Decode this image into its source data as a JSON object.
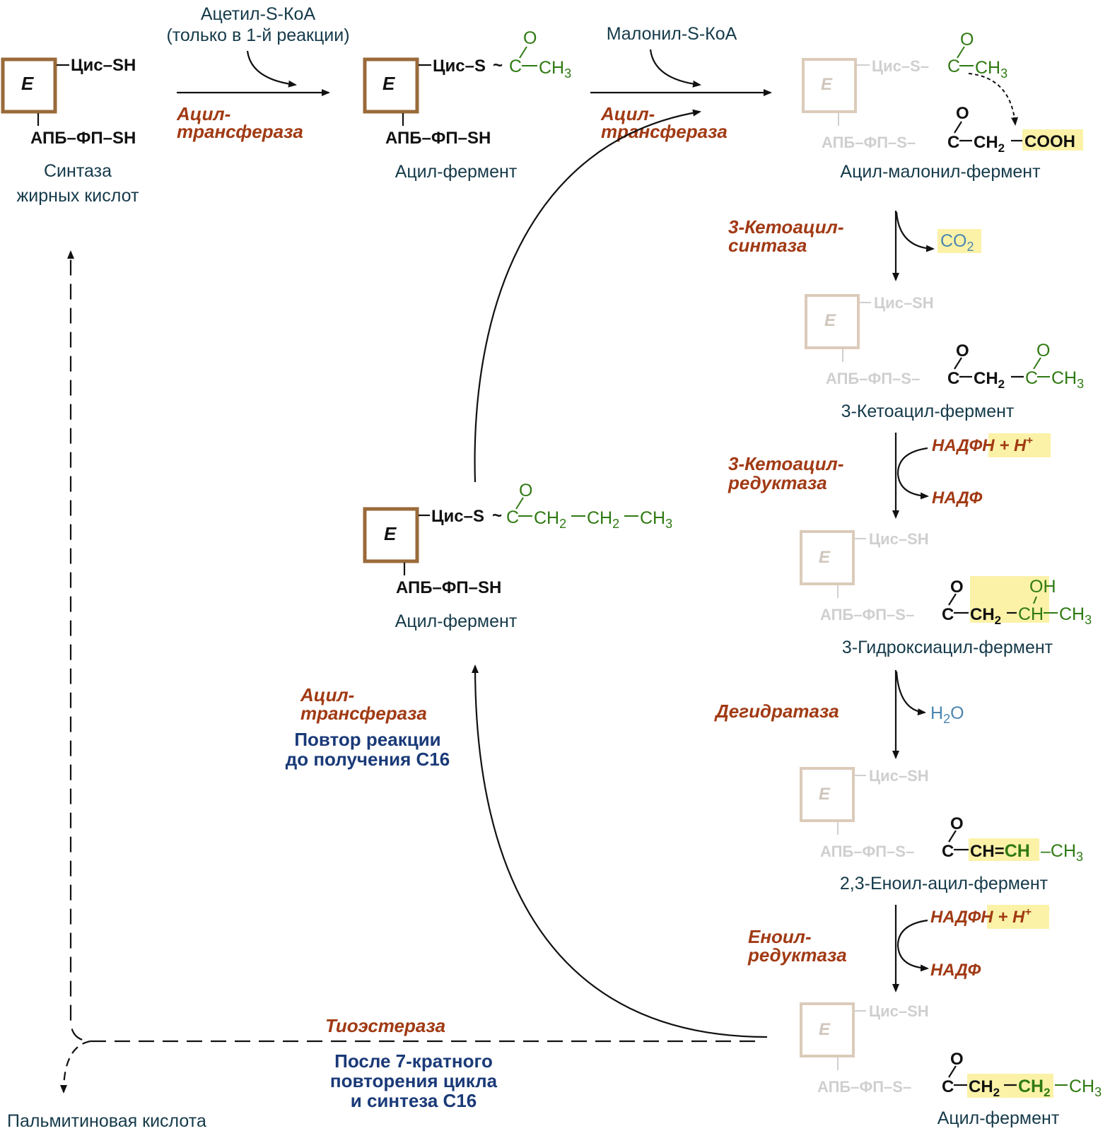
{
  "start": {
    "enzyme_letter": "E",
    "cys_sh": "Цис–SH",
    "apb_sh": "АПБ–ФП–SH",
    "label_line1": "Синтаза",
    "label_line2": "жирных кислот"
  },
  "step1": {
    "reagent_line1": "Ацетил-S-КоА",
    "reagent_line2": "(только в 1-й реакции)",
    "enzyme_line1": "Ацил-",
    "enzyme_line2": "трансфераза"
  },
  "acyl_enzyme_top": {
    "enzyme_letter": "E",
    "cys_s": "Цис–S",
    "tilde": "~",
    "carbonyl_c": "C",
    "carbonyl_o": "O",
    "methyl": "CH",
    "sub3": "3",
    "apb_sh": "АПБ–ФП–SH",
    "label": "Ацил-фермент"
  },
  "step2": {
    "reagent": "Малонил-S-КоА",
    "enzyme_line1": "Ацил-",
    "enzyme_line2": "трансфераза"
  },
  "malonyl": {
    "enzyme_letter": "E",
    "cys_s": "Цис–S–",
    "c": "C",
    "o": "O",
    "ch3": "CH",
    "sub3": "3",
    "apb_s": "АПБ–ФП–S–",
    "ch2": "CH",
    "sub2": "2",
    "cooh": "COOH",
    "label": "Ацил-малонил-фермент"
  },
  "ketoacyl_synthase": {
    "enzyme_line1": "3-Кетоацил-",
    "enzyme_line2": "синтаза",
    "product": "CO",
    "sub2": "2"
  },
  "ketoacyl": {
    "enzyme_letter": "E",
    "cys_sh": "Цис–SH",
    "apb_s": "АПБ–ФП–S–",
    "c": "C",
    "o": "O",
    "ch2": "CH",
    "sub2": "2",
    "ch3": "CH",
    "sub3": "3",
    "label": "3-Кетоацил-фермент"
  },
  "ketoacyl_reductase": {
    "enzyme_line1": "3-Кетоацил-",
    "enzyme_line2": "редуктаза",
    "cofactor_in_a": "НАДФН",
    "cofactor_in_b": "+ Н",
    "plus_sup": "+",
    "cofactor_out": "НАДФ"
  },
  "hydroxyacyl": {
    "enzyme_letter": "E",
    "cys_sh": "Цис–SH",
    "apb_s": "АПБ–ФП–S–",
    "c": "C",
    "o": "O",
    "ch2": "CH",
    "sub2": "2",
    "ch": "CH",
    "oh": "OH",
    "ch3": "CH",
    "sub3": "3",
    "label": "3-Гидроксиацил-фермент"
  },
  "dehydratase": {
    "enzyme": "Дегидратаза",
    "product_h": "H",
    "product_sub": "2",
    "product_o": "O"
  },
  "enoyl": {
    "enzyme_letter": "E",
    "cys_sh": "Цис–SH",
    "apb_s": "АПБ–ФП–S–",
    "c": "C",
    "o": "O",
    "ch_a": "CH=",
    "ch_b": "CH",
    "ch3": "–CH",
    "sub3": "3",
    "label": "2,3-Еноил-ацил-фермент"
  },
  "enoyl_reductase": {
    "enzyme_line1": "Еноил-",
    "enzyme_line2": "редуктаза",
    "cofactor_in_a": "НАДФН",
    "cofactor_in_b": "+ Н",
    "plus_sup": "+",
    "cofactor_out": "НАДФ"
  },
  "acyl_enzyme_bottom": {
    "enzyme_letter": "E",
    "cys_sh": "Цис–SH",
    "apb_s": "АПБ–ФП–S–",
    "c": "C",
    "o": "O",
    "ch2a": "CH",
    "ch2b": "CH",
    "sub2": "2",
    "ch3": "CH",
    "sub3": "3",
    "label": "Ацил-фермент"
  },
  "acyl_enzyme_middle": {
    "enzyme_letter": "E",
    "cys_s": "Цис–S",
    "tilde": "~",
    "c": "C",
    "o": "O",
    "ch2a": "CH",
    "ch2b": "CH",
    "sub2": "2",
    "ch3": "CH",
    "sub3": "3",
    "apb_sh": "АПБ–ФП–SH",
    "label": "Ацил-фермент"
  },
  "repeat": {
    "enzyme_line1": "Ацил-",
    "enzyme_line2": "трансфераза",
    "note_line1": "Повтор реакции",
    "note_line2": "до получения С16"
  },
  "thioesterase": {
    "enzyme": "Тиоэстераза",
    "note_line1": "После 7-кратного",
    "note_line2": "повторения цикла",
    "note_line3": "и синтеза С16",
    "product": "Пальмитиновая кислота"
  },
  "colors": {
    "enzyme_name": "#a13a14",
    "note": "#1a3a78",
    "box": "#9a6a3a",
    "group": "#2f7a12",
    "highlight": "#fbf2a8"
  }
}
